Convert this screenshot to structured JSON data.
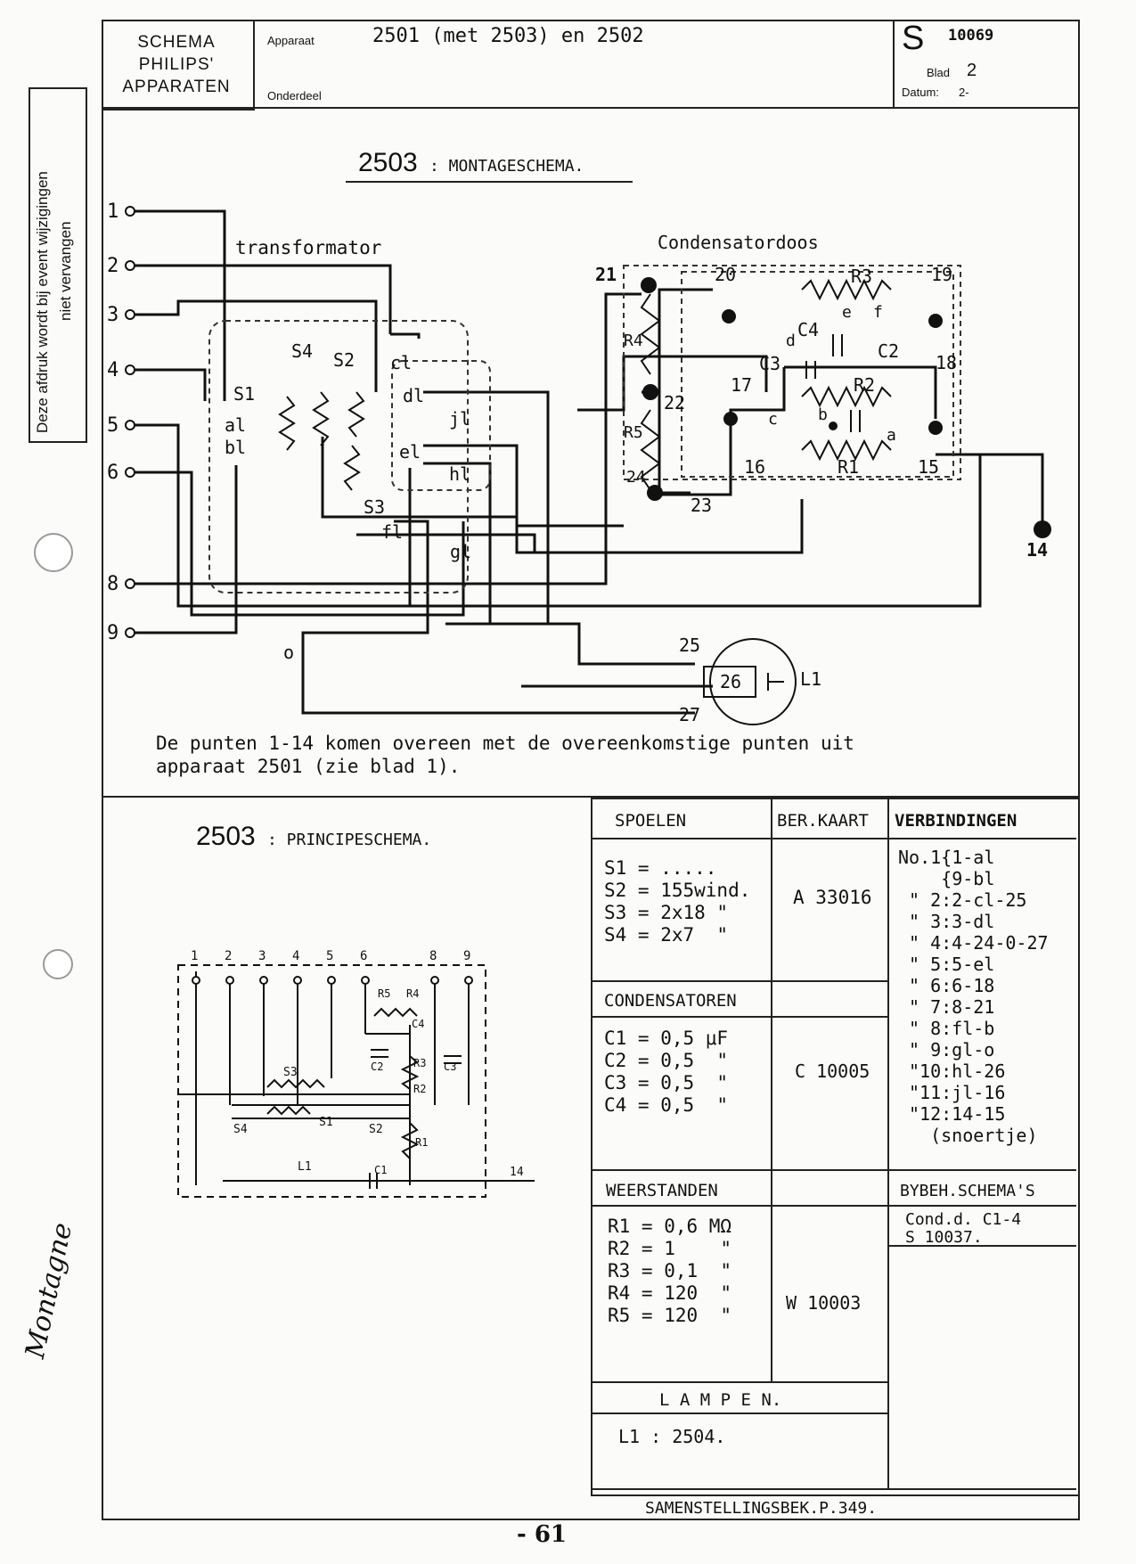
{
  "header": {
    "title_line1": "SCHEMA",
    "title_line2": "PHILIPS'",
    "title_line3": "APPARATEN",
    "apparaat_label": "Apparaat",
    "apparaat_value": "2501 (met 2503) en 2502",
    "onderdeel_label": "Onderdeel",
    "sheet_letter": "S",
    "sheet_number": "10069",
    "blad_label": "Blad",
    "blad_value": "2",
    "datum_label": "Datum:",
    "datum_value": "2-"
  },
  "side_stamp": {
    "line1": "Deze afdruk wordt bij event wijzigingen",
    "line2": "niet vervangen"
  },
  "montage": {
    "title_number": "2503",
    "title_text": ": MONTAGESCHEMA.",
    "label_transformator": "transformator",
    "label_condensatordoos": "Condensatordoos",
    "terminals_left": [
      "1",
      "2",
      "3",
      "4",
      "5",
      "6",
      "8",
      "9"
    ],
    "point_labels": [
      "S1",
      "al",
      "bl",
      "S4",
      "S2",
      "cl",
      "dl",
      "jl",
      "el",
      "hl",
      "S3",
      "fl",
      "gl",
      "o"
    ],
    "box_labels": [
      "21",
      "20",
      "R3",
      "19",
      "e",
      "f",
      "C4",
      "d",
      "C2",
      "C3",
      "18",
      "17",
      "R2",
      "c",
      "b",
      "a",
      "R4",
      "22",
      "R5",
      "24",
      "16",
      "R1",
      "15",
      "23",
      "14"
    ],
    "lamp_labels": [
      "25",
      "26",
      "27",
      "L1"
    ],
    "note_line1": "De punten 1-14 komen overeen met de overeenkomstige punten uit",
    "note_line2": "apparaat 2501 (zie blad 1)."
  },
  "principe": {
    "title_number": "2503",
    "title_text": ": PRINCIPESCHEMA.",
    "top_numbers": [
      "1",
      "2",
      "3",
      "4",
      "5",
      "6",
      "8",
      "9"
    ],
    "labels": [
      "R5",
      "R4",
      "C4",
      "C2",
      "R3",
      "C3",
      "R2",
      "S3",
      "S4",
      "S1",
      "S2",
      "R1",
      "L1",
      "C1",
      "14"
    ]
  },
  "tables": {
    "spoelen_header": "SPOELEN",
    "spoelen_rows": [
      "S1 = .....",
      "S2 = 155wind.",
      "S3 = 2x18 \"",
      "S4 = 2x7  \""
    ],
    "ber_kaart_header": "BER.KAART",
    "spoelen_ref": "A 33016",
    "verbindingen_header": "VERBINDINGEN",
    "verbindingen_rows": [
      "No.1{1-al",
      "    {9-bl",
      "\" 2:2-cl-25",
      "\" 3:3-dl",
      "\" 4:4-24-0-27",
      "\" 5:5-el",
      "\" 6:6-18",
      "\" 7:8-21",
      "\" 8:fl-b",
      "\" 9:gl-o",
      "\"10:hl-26",
      "\"11:jl-16",
      "\"12:14-15",
      "  (snoertje)"
    ],
    "condensatoren_header": "CONDENSATOREN",
    "condensatoren_rows": [
      "C1 = 0,5 μF",
      "C2 = 0,5  \"",
      "C3 = 0,5  \"",
      "C4 = 0,5  \""
    ],
    "condensatoren_ref": "C 10005",
    "weerstanden_header": "WEERSTANDEN",
    "weerstanden_rows": [
      "R1 = 0,6 MΩ",
      "R2 = 1    \"",
      "R3 = 0,1  \"",
      "R4 = 120  \"",
      "R5 = 120  \""
    ],
    "weerstanden_ref": "W 10003",
    "bybeh_header": "BYBEH.SCHEMA'S",
    "bybeh_line1": "Cond.d. C1-4",
    "bybeh_line2": "S 10037.",
    "lampen_header": "L A M P E N.",
    "lampen_row": "L1 : 2504.",
    "footer": "SAMENSTELLINGSBEK.P.349."
  },
  "page_number": "- 61",
  "signature": "Montagne"
}
